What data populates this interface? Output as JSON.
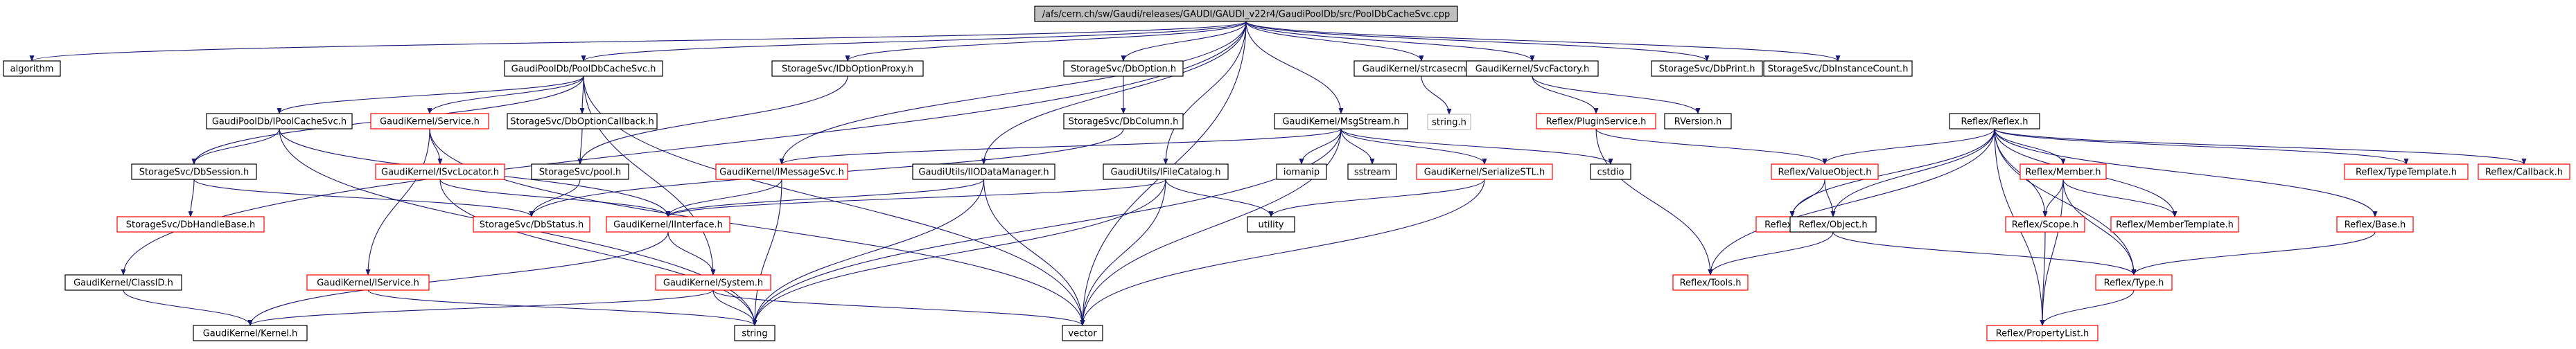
{
  "colors": {
    "edge": "#191970",
    "node_border_black": "#000000",
    "node_border_red": "#ff0000",
    "node_border_gray": "#bfbfbf",
    "root_fill": "#bfbfbf",
    "node_fill": "#ffffff"
  },
  "nodes": [
    {
      "id": "root",
      "label": "/afs/cern.ch/sw/Gaudi/releases/GAUDI/GAUDI_v22r4/GaudiPoolDb/src/PoolDbCacheSvc.cpp",
      "style": "root",
      "interactable": false
    },
    {
      "id": "algorithm",
      "label": "algorithm",
      "style": "black",
      "interactable": false
    },
    {
      "id": "poolDbCacheSvc_h",
      "label": "GaudiPoolDb/PoolDbCacheSvc.h",
      "style": "black",
      "interactable": true
    },
    {
      "id": "iDbOptionProxy",
      "label": "StorageSvc/IDbOptionProxy.h",
      "style": "black",
      "interactable": true
    },
    {
      "id": "dbOption",
      "label": "StorageSvc/DbOption.h",
      "style": "black",
      "interactable": true
    },
    {
      "id": "strcasecmp",
      "label": "GaudiKernel/strcasecmp.h",
      "style": "black",
      "interactable": true
    },
    {
      "id": "svcFactory",
      "label": "GaudiKernel/SvcFactory.h",
      "style": "black",
      "interactable": true
    },
    {
      "id": "dbPrint",
      "label": "StorageSvc/DbPrint.h",
      "style": "black",
      "interactable": true
    },
    {
      "id": "dbInstanceCount",
      "label": "StorageSvc/DbInstanceCount.h",
      "style": "black",
      "interactable": false
    },
    {
      "id": "iPoolCacheSvc",
      "label": "GaudiPoolDb/IPoolCacheSvc.h",
      "style": "black",
      "interactable": true
    },
    {
      "id": "service",
      "label": "GaudiKernel/Service.h",
      "style": "red",
      "interactable": true
    },
    {
      "id": "dbOptionCallback",
      "label": "StorageSvc/DbOptionCallback.h",
      "style": "black",
      "interactable": true
    },
    {
      "id": "dbColumn",
      "label": "StorageSvc/DbColumn.h",
      "style": "black",
      "interactable": true
    },
    {
      "id": "stringh",
      "label": "string.h",
      "style": "gray",
      "interactable": false
    },
    {
      "id": "pluginService",
      "label": "Reflex/PluginService.h",
      "style": "red",
      "interactable": true
    },
    {
      "id": "rversion",
      "label": "RVersion.h",
      "style": "black",
      "interactable": false
    },
    {
      "id": "reflex",
      "label": "Reflex/Reflex.h",
      "style": "black",
      "interactable": true
    },
    {
      "id": "msgStream",
      "label": "GaudiKernel/MsgStream.h",
      "style": "black",
      "interactable": true
    },
    {
      "id": "dbSession",
      "label": "StorageSvc/DbSession.h",
      "style": "black",
      "interactable": true
    },
    {
      "id": "iSvcLocator",
      "label": "GaudiKernel/ISvcLocator.h",
      "style": "red",
      "interactable": true
    },
    {
      "id": "poolh",
      "label": "StorageSvc/pool.h",
      "style": "black",
      "interactable": true
    },
    {
      "id": "iMessageSvc",
      "label": "GaudiKernel/IMessageSvc.h",
      "style": "red",
      "interactable": true
    },
    {
      "id": "iioDataManager",
      "label": "GaudiUtils/IIODataManager.h",
      "style": "black",
      "interactable": true
    },
    {
      "id": "iFileCatalog",
      "label": "GaudiUtils/IFileCatalog.h",
      "style": "black",
      "interactable": true
    },
    {
      "id": "iomanip",
      "label": "iomanip",
      "style": "black",
      "interactable": false
    },
    {
      "id": "sstream",
      "label": "sstream",
      "style": "black",
      "interactable": false
    },
    {
      "id": "serializeSTL",
      "label": "GaudiKernel/SerializeSTL.h",
      "style": "red",
      "interactable": true
    },
    {
      "id": "cstdio",
      "label": "cstdio",
      "style": "black",
      "interactable": false
    },
    {
      "id": "valueObject",
      "label": "Reflex/ValueObject.h",
      "style": "red",
      "interactable": true
    },
    {
      "id": "member",
      "label": "Reflex/Member.h",
      "style": "red",
      "interactable": true
    },
    {
      "id": "typeTemplate",
      "label": "Reflex/TypeTemplate.h",
      "style": "red",
      "interactable": true
    },
    {
      "id": "callback",
      "label": "Reflex/Callback.h",
      "style": "red",
      "interactable": true
    },
    {
      "id": "dbHandleBase",
      "label": "StorageSvc/DbHandleBase.h",
      "style": "red",
      "interactable": true
    },
    {
      "id": "dbStatus",
      "label": "StorageSvc/DbStatus.h",
      "style": "red",
      "interactable": true
    },
    {
      "id": "iInterface",
      "label": "GaudiKernel/IInterface.h",
      "style": "red",
      "interactable": true
    },
    {
      "id": "utility",
      "label": "utility",
      "style": "black",
      "interactable": false
    },
    {
      "id": "any",
      "label": "Reflex/Any.h",
      "style": "red",
      "interactable": true
    },
    {
      "id": "object",
      "label": "Reflex/Object.h",
      "style": "black",
      "interactable": true
    },
    {
      "id": "scope",
      "label": "Reflex/Scope.h",
      "style": "red",
      "interactable": true
    },
    {
      "id": "memberTemplate",
      "label": "Reflex/MemberTemplate.h",
      "style": "red",
      "interactable": true
    },
    {
      "id": "base",
      "label": "Reflex/Base.h",
      "style": "red",
      "interactable": true
    },
    {
      "id": "classID",
      "label": "GaudiKernel/ClassID.h",
      "style": "black",
      "interactable": true
    },
    {
      "id": "iService",
      "label": "GaudiKernel/IService.h",
      "style": "red",
      "interactable": true
    },
    {
      "id": "system",
      "label": "GaudiKernel/System.h",
      "style": "red",
      "interactable": true
    },
    {
      "id": "tools",
      "label": "Reflex/Tools.h",
      "style": "red",
      "interactable": true
    },
    {
      "id": "type",
      "label": "Reflex/Type.h",
      "style": "red",
      "interactable": true
    },
    {
      "id": "kernel",
      "label": "GaudiKernel/Kernel.h",
      "style": "black",
      "interactable": true
    },
    {
      "id": "string",
      "label": "string",
      "style": "black",
      "interactable": false
    },
    {
      "id": "vector",
      "label": "vector",
      "style": "black",
      "interactable": false
    },
    {
      "id": "propertyList",
      "label": "Reflex/PropertyList.h",
      "style": "red",
      "interactable": true
    }
  ],
  "edges": [
    [
      "root",
      "algorithm"
    ],
    [
      "root",
      "poolDbCacheSvc_h"
    ],
    [
      "root",
      "iDbOptionProxy"
    ],
    [
      "root",
      "dbOption"
    ],
    [
      "root",
      "strcasecmp"
    ],
    [
      "root",
      "svcFactory"
    ],
    [
      "root",
      "dbPrint"
    ],
    [
      "root",
      "dbInstanceCount"
    ],
    [
      "root",
      "msgStream"
    ],
    [
      "root",
      "iMessageSvc"
    ],
    [
      "root",
      "iioDataManager"
    ],
    [
      "root",
      "iFileCatalog"
    ],
    [
      "root",
      "classID"
    ],
    [
      "root",
      "vector"
    ],
    [
      "poolDbCacheSvc_h",
      "iPoolCacheSvc"
    ],
    [
      "poolDbCacheSvc_h",
      "service"
    ],
    [
      "poolDbCacheSvc_h",
      "dbOptionCallback"
    ],
    [
      "poolDbCacheSvc_h",
      "dbSession"
    ],
    [
      "poolDbCacheSvc_h",
      "system"
    ],
    [
      "poolDbCacheSvc_h",
      "vector"
    ],
    [
      "iDbOptionProxy",
      "poolh"
    ],
    [
      "dbOption",
      "dbColumn"
    ],
    [
      "strcasecmp",
      "stringh"
    ],
    [
      "svcFactory",
      "pluginService"
    ],
    [
      "svcFactory",
      "rversion"
    ],
    [
      "dbColumn",
      "dbStatus"
    ],
    [
      "iPoolCacheSvc",
      "dbSession"
    ],
    [
      "iPoolCacheSvc",
      "iInterface"
    ],
    [
      "iPoolCacheSvc",
      "string"
    ],
    [
      "service",
      "iSvcLocator"
    ],
    [
      "service",
      "iService"
    ],
    [
      "service",
      "vector"
    ],
    [
      "dbOptionCallback",
      "poolh"
    ],
    [
      "dbSession",
      "dbHandleBase"
    ],
    [
      "dbSession",
      "dbStatus"
    ],
    [
      "iSvcLocator",
      "iInterface"
    ],
    [
      "iSvcLocator",
      "string"
    ],
    [
      "poolh",
      "dbStatus"
    ],
    [
      "iMessageSvc",
      "iInterface"
    ],
    [
      "iMessageSvc",
      "string"
    ],
    [
      "iioDataManager",
      "iInterface"
    ],
    [
      "iioDataManager",
      "string"
    ],
    [
      "iioDataManager",
      "vector"
    ],
    [
      "iFileCatalog",
      "iInterface"
    ],
    [
      "iFileCatalog",
      "string"
    ],
    [
      "iFileCatalog",
      "vector"
    ],
    [
      "iFileCatalog",
      "utility"
    ],
    [
      "msgStream",
      "iMessageSvc"
    ],
    [
      "msgStream",
      "iomanip"
    ],
    [
      "msgStream",
      "sstream"
    ],
    [
      "msgStream",
      "serializeSTL"
    ],
    [
      "msgStream",
      "cstdio"
    ],
    [
      "msgStream",
      "string"
    ],
    [
      "msgStream",
      "vector"
    ],
    [
      "serializeSTL",
      "utility"
    ],
    [
      "serializeSTL",
      "vector"
    ],
    [
      "iInterface",
      "kernel"
    ],
    [
      "iInterface",
      "system"
    ],
    [
      "iService",
      "string"
    ],
    [
      "system",
      "kernel"
    ],
    [
      "system",
      "string"
    ],
    [
      "system",
      "vector"
    ],
    [
      "classID",
      "kernel"
    ],
    [
      "pluginService",
      "tools"
    ],
    [
      "pluginService",
      "valueObject"
    ],
    [
      "reflex",
      "valueObject"
    ],
    [
      "reflex",
      "any"
    ],
    [
      "reflex",
      "object"
    ],
    [
      "reflex",
      "scope"
    ],
    [
      "reflex",
      "member"
    ],
    [
      "reflex",
      "memberTemplate"
    ],
    [
      "reflex",
      "typeTemplate"
    ],
    [
      "reflex",
      "callback"
    ],
    [
      "reflex",
      "base"
    ],
    [
      "reflex",
      "tools"
    ],
    [
      "reflex",
      "type"
    ],
    [
      "reflex",
      "propertyList"
    ],
    [
      "valueObject",
      "any"
    ],
    [
      "valueObject",
      "object"
    ],
    [
      "object",
      "tools"
    ],
    [
      "object",
      "type"
    ],
    [
      "member",
      "scope"
    ],
    [
      "member",
      "memberTemplate"
    ],
    [
      "member",
      "type"
    ],
    [
      "member",
      "propertyList"
    ],
    [
      "scope",
      "propertyList"
    ],
    [
      "base",
      "type"
    ],
    [
      "type",
      "propertyList"
    ]
  ]
}
